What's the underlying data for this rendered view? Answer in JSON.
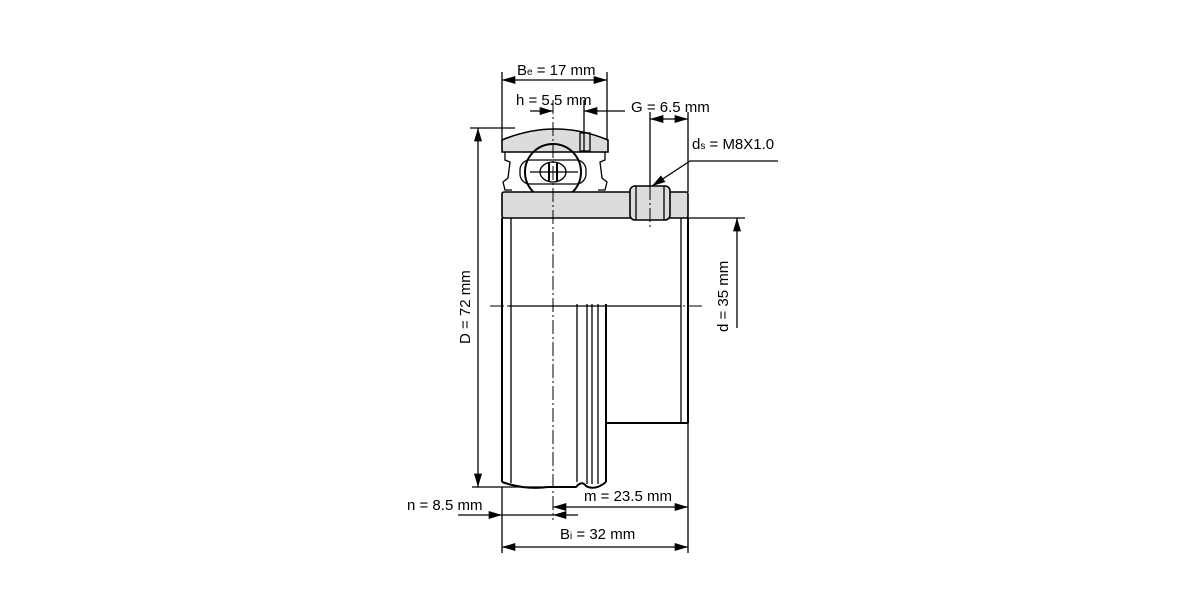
{
  "title": "Bearing unit dimension drawing",
  "dimensions": {
    "Be": {
      "main": "B",
      "sub": "e",
      "rest": " = 17 mm"
    },
    "h": {
      "text": "h = 5.5 mm"
    },
    "G": {
      "text": "G = 6.5 mm"
    },
    "ds": {
      "main": "d",
      "sub": "s",
      "rest": " = M8X1.0"
    },
    "D": {
      "text": "D = 72 mm"
    },
    "d": {
      "text": "d = 35 mm"
    },
    "m": {
      "text": "m = 23.5 mm"
    },
    "n": {
      "text": "n = 8.5 mm"
    },
    "Bi": {
      "main": "B",
      "sub": "i",
      "rest": " = 32 mm"
    }
  },
  "colors": {
    "fill": "#dcdcdc",
    "line": "#000000"
  }
}
